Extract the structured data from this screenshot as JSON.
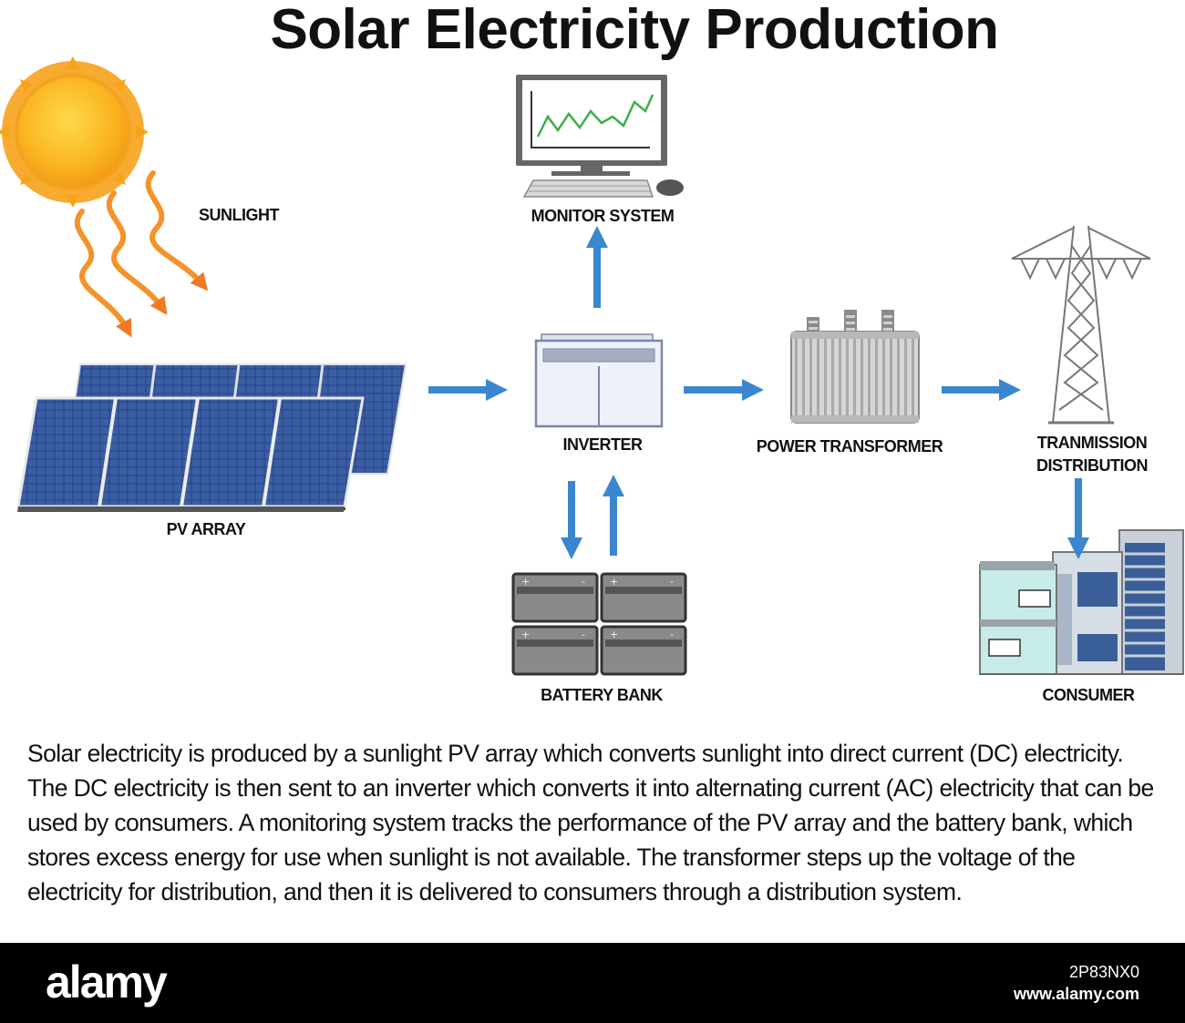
{
  "title": "Solar Electricity Production",
  "labels": {
    "sunlight": "SUNLIGHT",
    "monitor": "MONITOR SYSTEM",
    "pv_array": "PV ARRAY",
    "inverter": "INVERTER",
    "transformer": "POWER TRANSFORMER",
    "transmission_line1": "TRANMISSION",
    "transmission_line2": "DISTRIBUTION",
    "battery": "BATTERY BANK",
    "consumer": "CONSUMER"
  },
  "description": "Solar electricity is produced by a sunlight PV array which converts sunlight into direct current (DC) electricity. The DC electricity is then sent to an inverter which converts it into alternating current (AC) electricity that can be used by consumers. A monitoring system tracks the performance of the PV array and the battery bank, which stores excess energy for use when sunlight is not available. The transformer steps up the voltage of the electricity for distribution, and then it is delivered to consumers through a distribution system.",
  "footer": {
    "brand": "alamy",
    "image_id": "2P83NX0",
    "site": "www.alamy.com"
  },
  "colors": {
    "arrow": "#3a87cf",
    "sun": "#f7a51c",
    "ray": "#f08a2a",
    "panel": "#2f4f8f",
    "battery": "#8c8c8c",
    "monitor_line": "#3cb043"
  },
  "icons": [
    "sun-icon",
    "pv-array-icon",
    "monitor-icon",
    "inverter-icon",
    "transformer-icon",
    "transmission-tower-icon",
    "battery-bank-icon",
    "consumer-buildings-icon"
  ]
}
